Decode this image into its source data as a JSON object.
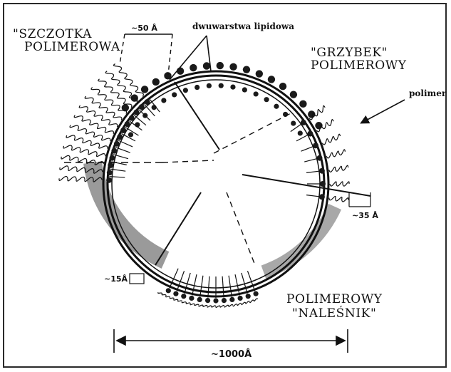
{
  "labels": {
    "brush": {
      "line1": "\"SZCZOTKA",
      "line2": "POLIMEROWA"
    },
    "mushroom": {
      "line1": "\"GRZYBEK\"",
      "line2": "POLIMEROWY"
    },
    "pancake": {
      "line1": "POLIMEROWY",
      "line2": "\"NALEŚNIK\""
    },
    "bilayer": "dwuwarstwa lipidowa",
    "polymer": "polimer"
  },
  "measurements": {
    "brush_thickness": "~50 Å",
    "mushroom_thickness": "~35 Å",
    "pancake_thickness": "~15Å",
    "diameter": "~1000Å"
  },
  "colors": {
    "ink": "#111111",
    "lipid_head": "#1a1a1a",
    "membrane_shade": "#9a9a9a"
  }
}
